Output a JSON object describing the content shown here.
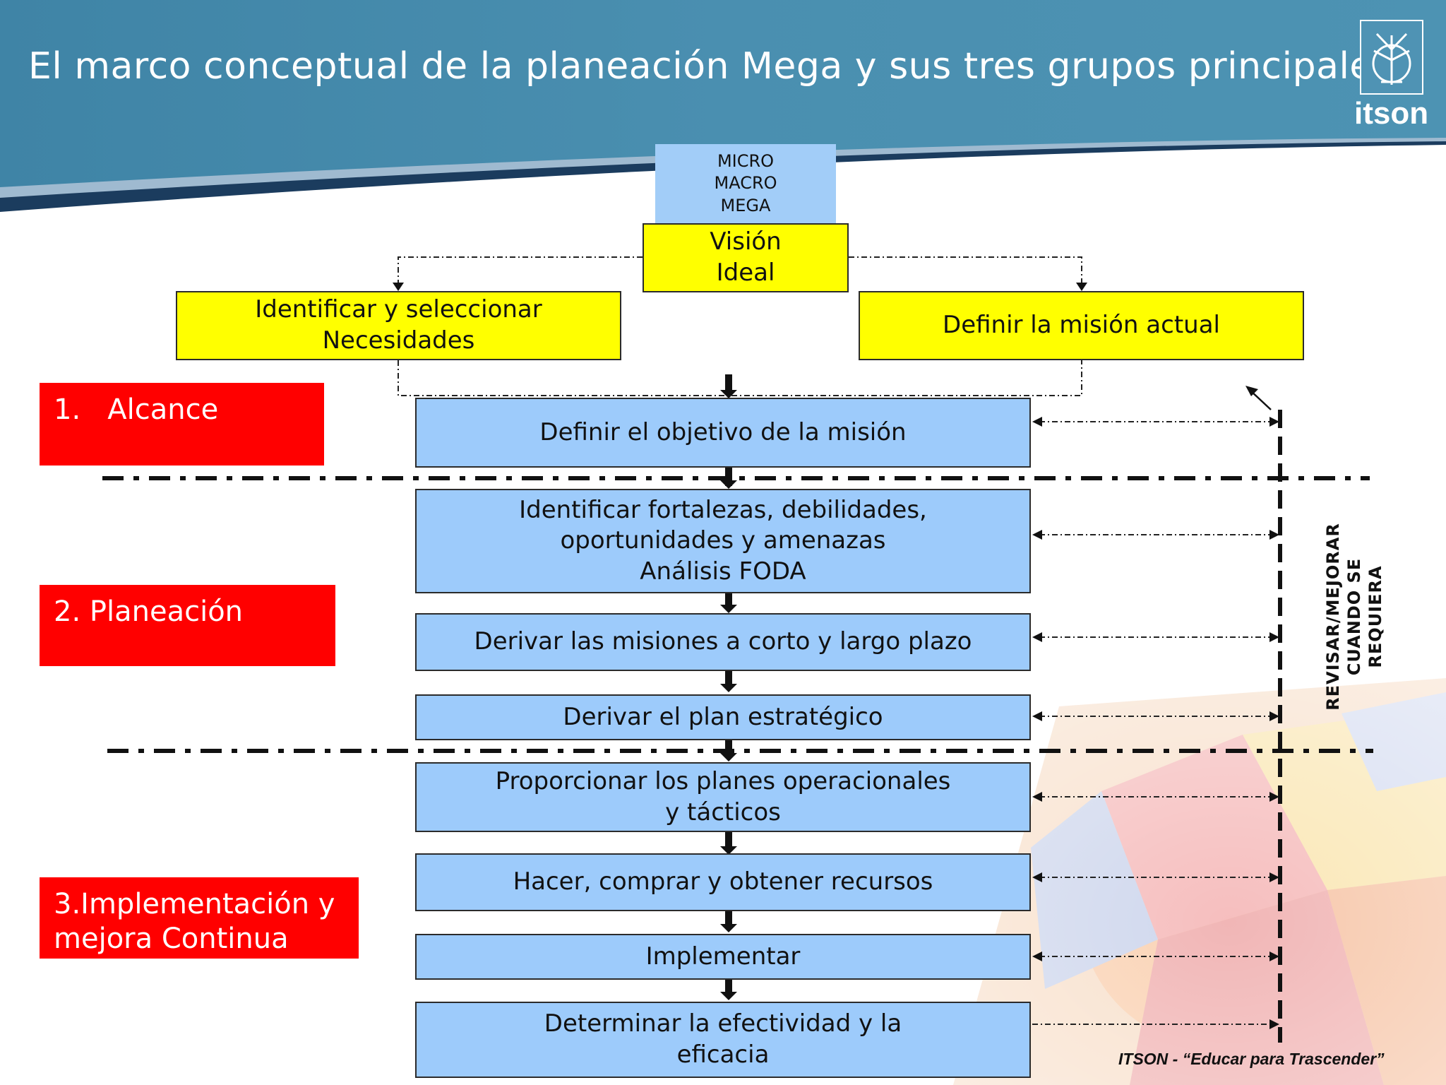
{
  "header": {
    "title": "El marco conceptual de la planeación Mega y sus tres grupos principales",
    "logo_text": "itson"
  },
  "diagram": {
    "levels": "MICRO\nMACRO\nMEGA",
    "vision": "Visión\n Ideal",
    "needs": "Identificar y seleccionar\nNecesidades",
    "mission": "Definir la misión actual",
    "steps": [
      "Definir el objetivo de la misión",
      "Identificar fortalezas, debilidades,\noportunidades y amenazas\nAnálisis FODA",
      "Derivar las misiones a corto y largo plazo",
      "Derivar el plan estratégico",
      "Proporcionar los planes operacionales\ny tácticos",
      "Hacer, comprar y obtener recursos",
      "Implementar",
      "Determinar la efectividad y la\neficacia"
    ],
    "groups": [
      "1.   Alcance",
      "2. Planeación",
      "3.Implementación y\nmejora Continua"
    ],
    "review_label": "REVISAR/MEJORAR\nCUANDO SE REQUIERA"
  },
  "footer": {
    "tagline": "ITSON - “Educar para Trascender”"
  },
  "colors": {
    "header_blue": "#4a8fb0",
    "box_blue": "#9dcbfb",
    "box_yellow": "#ffff00",
    "group_red": "#ff0000"
  }
}
